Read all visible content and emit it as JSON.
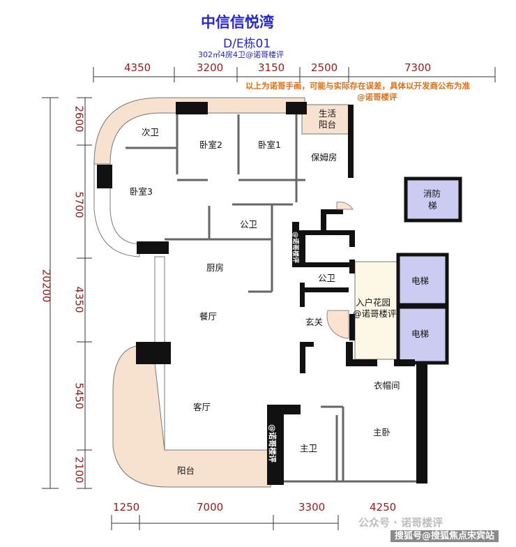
{
  "header": {
    "title": "中信信悦湾",
    "building": "D/E栋01",
    "spec": "302㎡4房4卫@诺哥楼评"
  },
  "note": {
    "line1": "以上为诺哥手画，可能与实际存在误差，具体以开发商公布为准",
    "line2": "@诺哥楼评"
  },
  "dimensions": {
    "top": [
      "4350",
      "3200",
      "3150",
      "2500",
      "7300"
    ],
    "bottom": [
      "1250",
      "7000",
      "3300",
      "4250"
    ],
    "left_total": "20200",
    "left": [
      "2600",
      "5700",
      "4350",
      "5450",
      "2100"
    ]
  },
  "rooms": {
    "ciwei": "次卫",
    "bedroom2": "卧室2",
    "bedroom1": "卧室1",
    "living_balcony_a": "生活",
    "living_balcony_b": "阳台",
    "nanny": "保姆房",
    "bedroom3": "卧室3",
    "public_bath1": "公卫",
    "fire_a": "消防",
    "fire_b": "梯",
    "kitchen": "厨房",
    "public_bath2": "公卫",
    "garden": "入户花园",
    "garden_wm": "@诺哥楼评",
    "elevator1": "电梯",
    "elevator2": "电梯",
    "dining": "餐厅",
    "foyer": "玄关",
    "cloakroom": "衣帽间",
    "living": "客厅",
    "master": "主卧",
    "master_bath": "主卫",
    "balcony": "阳台"
  },
  "watermarks": {
    "wall1": "@诺哥楼评",
    "wall2": "@诺哥楼评",
    "footer_account": "公众号 · 诺哥楼评",
    "footer_banner": "搜狐号@搜狐焦点宋宾站"
  },
  "colors": {
    "wall": "#111111",
    "balcony_fill": "#f7e1cf",
    "elevator_fill": "#ccccf2",
    "garden_fill": "#fdf7e6",
    "dimension": "#9b1b1b",
    "title": "#2424d8",
    "note": "#e0701a"
  }
}
